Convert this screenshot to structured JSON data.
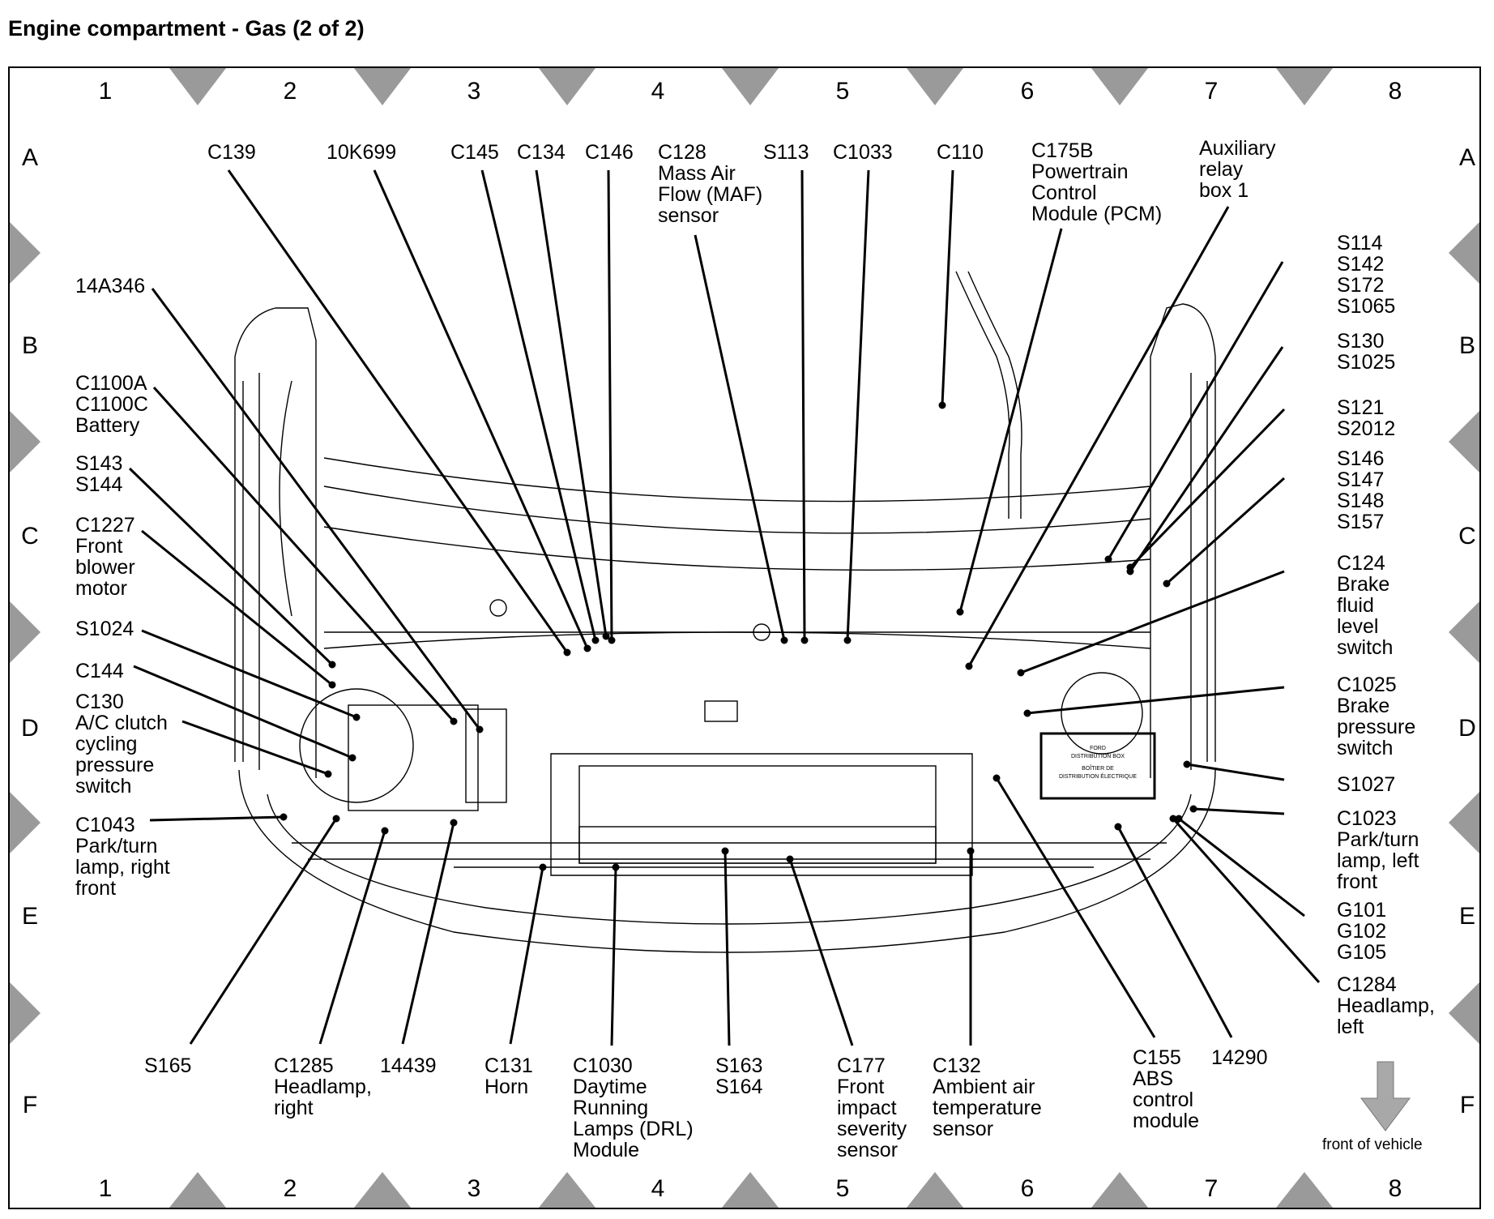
{
  "title": "Engine compartment - Gas (2 of 2)",
  "grid": {
    "columns": [
      "1",
      "2",
      "3",
      "4",
      "5",
      "6",
      "7",
      "8"
    ],
    "rows": [
      "A",
      "B",
      "C",
      "D",
      "E",
      "F"
    ]
  },
  "colors": {
    "ink": "#000000",
    "marker_gray": "#9a9a9a",
    "background": "#ffffff"
  },
  "labels": [
    {
      "id": "c139",
      "lines": [
        "C139"
      ]
    },
    {
      "id": "10k699",
      "lines": [
        "10K699"
      ]
    },
    {
      "id": "c145",
      "lines": [
        "C145"
      ]
    },
    {
      "id": "c134",
      "lines": [
        "C134"
      ]
    },
    {
      "id": "c146",
      "lines": [
        "C146"
      ]
    },
    {
      "id": "c128",
      "lines": [
        "C128",
        "Mass Air",
        "Flow (MAF)",
        "sensor"
      ]
    },
    {
      "id": "s113",
      "lines": [
        "S113"
      ]
    },
    {
      "id": "c1033",
      "lines": [
        "C1033"
      ]
    },
    {
      "id": "c110",
      "lines": [
        "C110"
      ]
    },
    {
      "id": "c175b",
      "lines": [
        "C175B",
        "Powertrain",
        "Control",
        "Module (PCM)"
      ]
    },
    {
      "id": "aux-relay",
      "lines": [
        "Auxiliary",
        "relay",
        "box 1"
      ]
    },
    {
      "id": "s114",
      "lines": [
        "S114",
        "S142",
        "S172",
        "S1065"
      ]
    },
    {
      "id": "s130",
      "lines": [
        "S130",
        "S1025"
      ]
    },
    {
      "id": "s121",
      "lines": [
        "S121",
        "S2012"
      ]
    },
    {
      "id": "s146",
      "lines": [
        "S146",
        "S147",
        "S148",
        "S157"
      ]
    },
    {
      "id": "c124",
      "lines": [
        "C124",
        "Brake",
        "fluid",
        "level",
        "switch"
      ]
    },
    {
      "id": "c1025",
      "lines": [
        "C1025",
        "Brake",
        "pressure",
        "switch"
      ]
    },
    {
      "id": "s1027",
      "lines": [
        "S1027"
      ]
    },
    {
      "id": "c1023",
      "lines": [
        "C1023",
        "Park/turn",
        "lamp, left",
        "front"
      ]
    },
    {
      "id": "g101",
      "lines": [
        "G101",
        "G102",
        "G105"
      ]
    },
    {
      "id": "c1284",
      "lines": [
        "C1284",
        "Headlamp,",
        "left"
      ]
    },
    {
      "id": "14a346",
      "lines": [
        "14A346"
      ]
    },
    {
      "id": "c1100a",
      "lines": [
        "C1100A",
        "C1100C",
        "Battery"
      ]
    },
    {
      "id": "s143",
      "lines": [
        "S143",
        "S144"
      ]
    },
    {
      "id": "c1227",
      "lines": [
        "C1227",
        "Front",
        "blower",
        "motor"
      ]
    },
    {
      "id": "s1024",
      "lines": [
        "S1024"
      ]
    },
    {
      "id": "c144",
      "lines": [
        "C144"
      ]
    },
    {
      "id": "c130",
      "lines": [
        "C130",
        "A/C clutch",
        "cycling",
        "pressure",
        "switch"
      ]
    },
    {
      "id": "c1043",
      "lines": [
        "C1043",
        "Park/turn",
        "lamp, right",
        "front"
      ]
    },
    {
      "id": "s165",
      "lines": [
        "S165"
      ]
    },
    {
      "id": "c1285",
      "lines": [
        "C1285",
        "Headlamp,",
        "right"
      ]
    },
    {
      "id": "14439",
      "lines": [
        "14439"
      ]
    },
    {
      "id": "c131",
      "lines": [
        "C131",
        "Horn"
      ]
    },
    {
      "id": "c1030",
      "lines": [
        "C1030",
        "Daytime",
        "Running",
        "Lamps (DRL)",
        "Module"
      ]
    },
    {
      "id": "s163",
      "lines": [
        "S163",
        "S164"
      ]
    },
    {
      "id": "c177",
      "lines": [
        "C177",
        "Front",
        "impact",
        "severity",
        "sensor"
      ]
    },
    {
      "id": "c132",
      "lines": [
        "C132",
        "Ambient air",
        "temperature",
        "sensor"
      ]
    },
    {
      "id": "c155",
      "lines": [
        "C155",
        "ABS",
        "control",
        "module"
      ]
    },
    {
      "id": "14290",
      "lines": [
        "14290"
      ]
    }
  ],
  "orientation": {
    "label": "front of vehicle",
    "icon": "down-arrow-icon"
  },
  "fuse_box_text": [
    "FORD",
    "DISTRIBUTION BOX",
    "BOÎTIER DE",
    "DISTRIBUTION ÉLECTRIQUE"
  ]
}
